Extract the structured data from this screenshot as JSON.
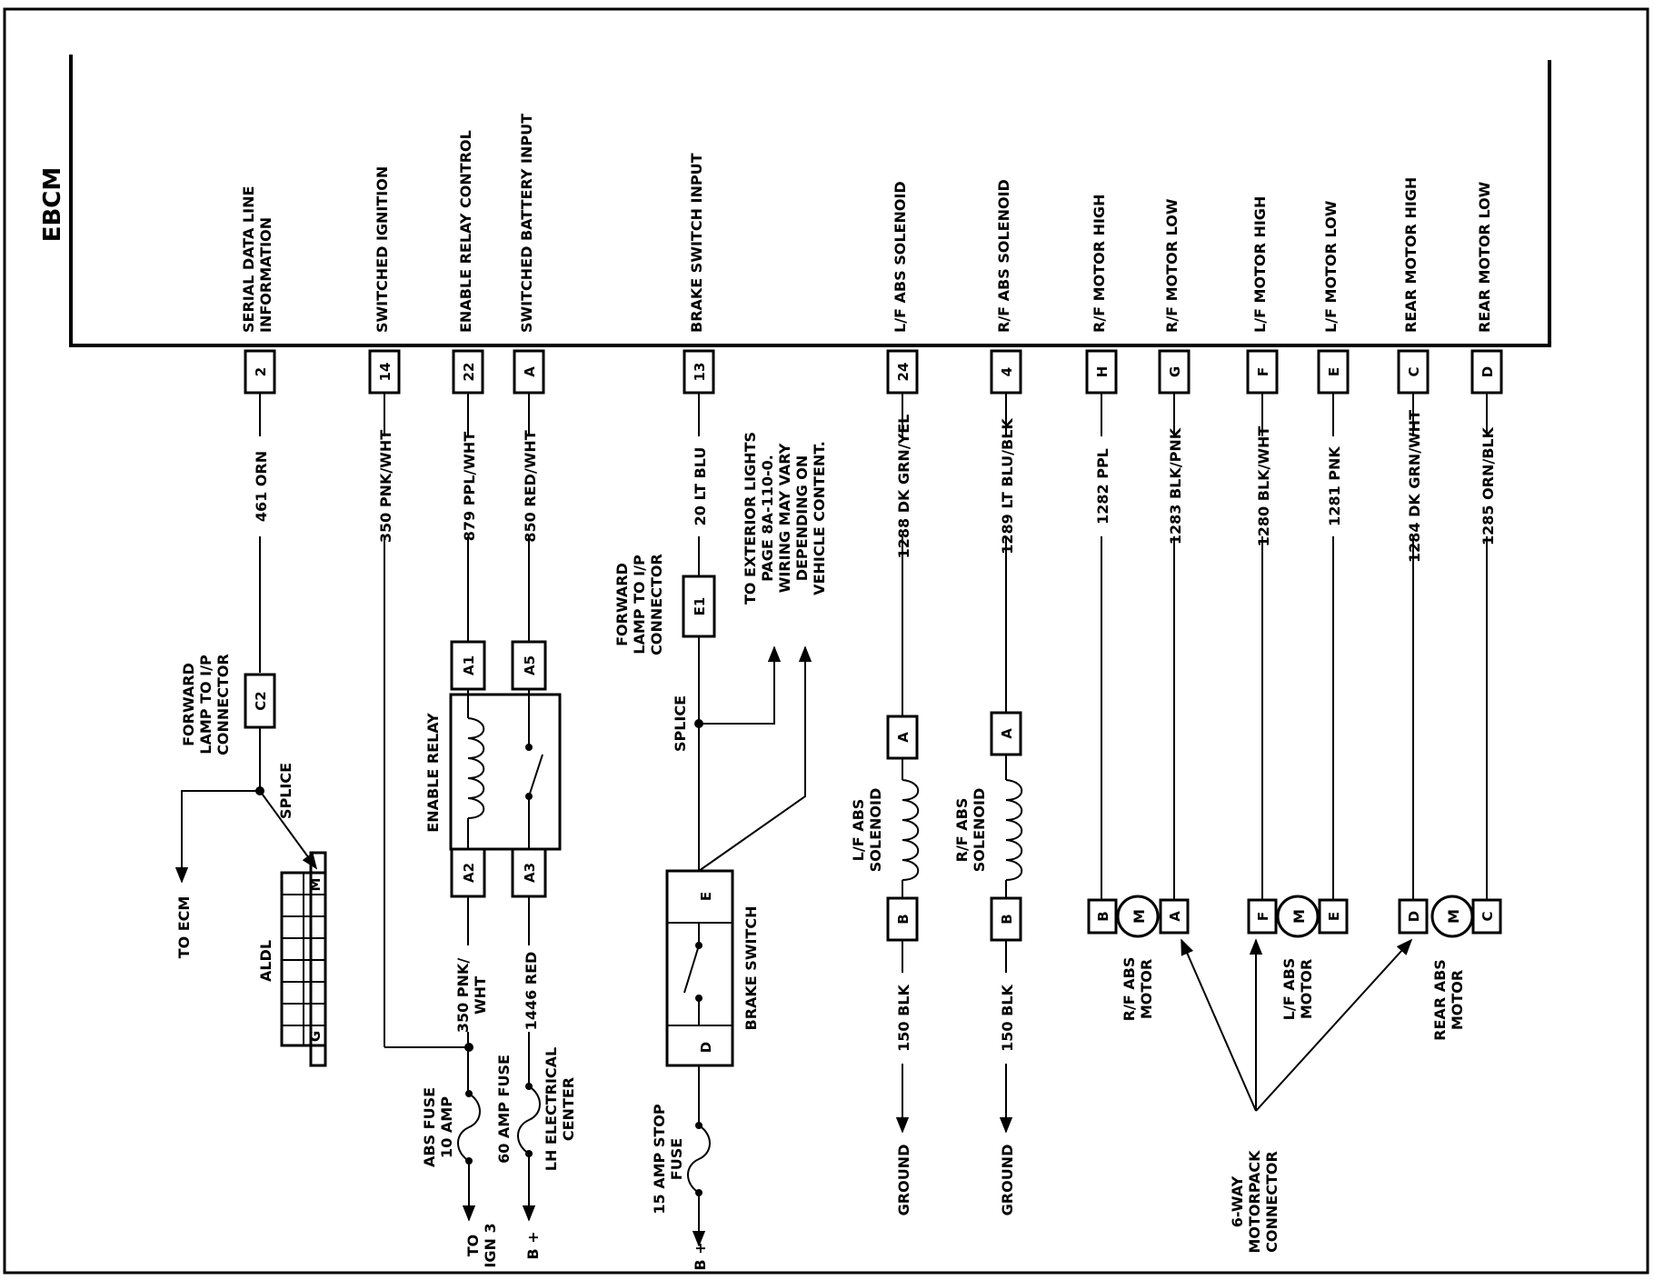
{
  "ebcm_label": "EBCM",
  "terminals": [
    {
      "id": "t2",
      "pin": "2",
      "desc": [
        "SERIAL DATA LINE",
        "INFORMATION"
      ],
      "wire": "461 ORN"
    },
    {
      "id": "t14",
      "pin": "14",
      "desc": [
        "SWITCHED IGNITION"
      ],
      "wire": "350 PNK/WHT"
    },
    {
      "id": "t22",
      "pin": "22",
      "desc": [
        "ENABLE RELAY CONTROL"
      ],
      "wire": "879 PPL/WHT"
    },
    {
      "id": "tA",
      "pin": "A",
      "desc": [
        "SWITCHED BATTERY INPUT"
      ],
      "wire": "850 RED/WHT"
    },
    {
      "id": "t13",
      "pin": "13",
      "desc": [
        "BRAKE SWITCH INPUT"
      ],
      "wire": "20 LT BLU"
    },
    {
      "id": "t24",
      "pin": "24",
      "desc": [
        "L/F ABS SOLENOID"
      ],
      "wire": "1288 DK GRN/YEL"
    },
    {
      "id": "t4",
      "pin": "4",
      "desc": [
        "R/F ABS SOLENOID"
      ],
      "wire": "1289 LT BLU/BLK"
    },
    {
      "id": "tH",
      "pin": "H",
      "desc": [
        "R/F MOTOR HIGH"
      ],
      "wire": "1282 PPL"
    },
    {
      "id": "tG",
      "pin": "G",
      "desc": [
        "R/F MOTOR LOW"
      ],
      "wire": "1283 BLK/PNK"
    },
    {
      "id": "tF",
      "pin": "F",
      "desc": [
        "L/F MOTOR HIGH"
      ],
      "wire": "1280 BLK/WHT"
    },
    {
      "id": "tE",
      "pin": "E",
      "desc": [
        "L/F MOTOR LOW"
      ],
      "wire": "1281 PNK"
    },
    {
      "id": "tC",
      "pin": "C",
      "desc": [
        "REAR MOTOR HIGH"
      ],
      "wire": "1284 DK GRN/WHT"
    },
    {
      "id": "tD",
      "pin": "D",
      "desc": [
        "REAR MOTOR LOW"
      ],
      "wire": "1285 ORN/BLK"
    }
  ],
  "serial_branch": {
    "connector_pin": "C2",
    "connector_label": [
      "FORWARD",
      "LAMP TO I/P",
      "CONNECTOR"
    ],
    "splice_label": "SPLICE",
    "to_ecm_label": "TO ECM",
    "aldl_label": "ALDL",
    "aldl_pin_m": "M",
    "aldl_pin_g": "G"
  },
  "relay": {
    "label": "ENABLE RELAY",
    "pins": {
      "a1": "A1",
      "a5": "A5",
      "a2": "A2",
      "a3": "A3"
    },
    "wire_ign": [
      "350 PNK/",
      "WHT"
    ],
    "wire_bat": "1446 RED"
  },
  "fuses": {
    "abs_label": [
      "ABS FUSE",
      "10 AMP"
    ],
    "amp60_label": "60 AMP FUSE",
    "lh_label": [
      "LH ELECTRICAL",
      "CENTER"
    ],
    "to_ign_label": [
      "TO",
      "IGN 3"
    ],
    "bplus_label": "B +",
    "stop_label": [
      "15 AMP STOP",
      "FUSE"
    ],
    "stop_bplus_label": "B +"
  },
  "brake": {
    "connector_pin": "E1",
    "connector_label": [
      "FORWARD",
      "LAMP TO I/P",
      "CONNECTOR"
    ],
    "splice_label": "SPLICE",
    "exterior_note": [
      "TO EXTERIOR LIGHTS",
      "PAGE 8A-110-0.",
      "WIRING MAY VARY",
      "DEPENDING ON",
      "VEHICLE CONTENT."
    ],
    "switch_label": "BRAKE SWITCH",
    "pin_e": "E",
    "pin_d": "D"
  },
  "solenoids": {
    "lf_label": [
      "L/F ABS",
      "SOLENOID"
    ],
    "rf_label": [
      "R/F ABS",
      "SOLENOID"
    ],
    "pin_a": "A",
    "pin_b": "B",
    "ground_wire": "150 BLK",
    "ground_label": "GROUND"
  },
  "motors": {
    "rf": {
      "label": [
        "R/F ABS",
        "MOTOR"
      ],
      "left_pin": "B",
      "right_pin": "A"
    },
    "lf": {
      "label": [
        "L/F ABS",
        "MOTOR"
      ],
      "left_pin": "F",
      "right_pin": "E"
    },
    "rear": {
      "label": [
        "REAR ABS",
        "MOTOR"
      ],
      "left_pin": "D",
      "right_pin": "C"
    },
    "symbol": "M",
    "motorpack_label": [
      "6-WAY",
      "MOTORPACK",
      "CONNECTOR"
    ]
  }
}
